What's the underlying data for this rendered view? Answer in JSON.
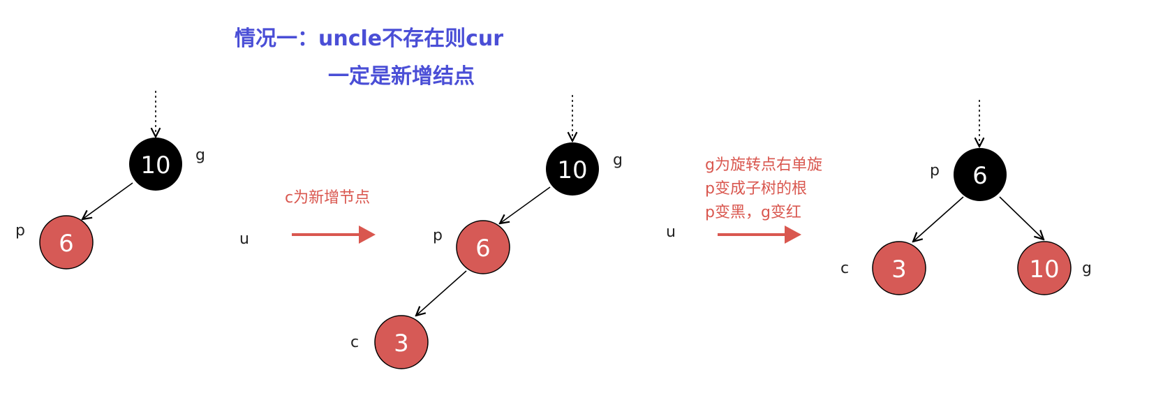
{
  "title": {
    "line1": "情况一：uncle不存在则cur",
    "line2": "一定是新增结点"
  },
  "colors": {
    "title": "#4a4ed6",
    "red_node": "#d65a56",
    "black_node": "#000000",
    "annotation": "#d9574f",
    "arrow": "#d9574f"
  },
  "step1": {
    "nodes": [
      {
        "id": "g",
        "value": "10",
        "color": "black",
        "tag": "g"
      },
      {
        "id": "p",
        "value": "6",
        "color": "red",
        "tag": "p"
      }
    ],
    "uncle_tag": "u"
  },
  "transition1": {
    "text": "c为新增节点"
  },
  "step2": {
    "nodes": [
      {
        "id": "g",
        "value": "10",
        "color": "black",
        "tag": "g"
      },
      {
        "id": "p",
        "value": "6",
        "color": "red",
        "tag": "p"
      },
      {
        "id": "c",
        "value": "3",
        "color": "red",
        "tag": "c"
      }
    ],
    "uncle_tag": "u"
  },
  "transition2": {
    "lines": [
      "g为旋转点右单旋",
      "p变成子树的根",
      "p变黑，g变红"
    ]
  },
  "step3": {
    "nodes": [
      {
        "id": "p",
        "value": "6",
        "color": "black",
        "tag": "p"
      },
      {
        "id": "c",
        "value": "3",
        "color": "red",
        "tag": "c"
      },
      {
        "id": "g",
        "value": "10",
        "color": "red",
        "tag": "g"
      }
    ]
  }
}
